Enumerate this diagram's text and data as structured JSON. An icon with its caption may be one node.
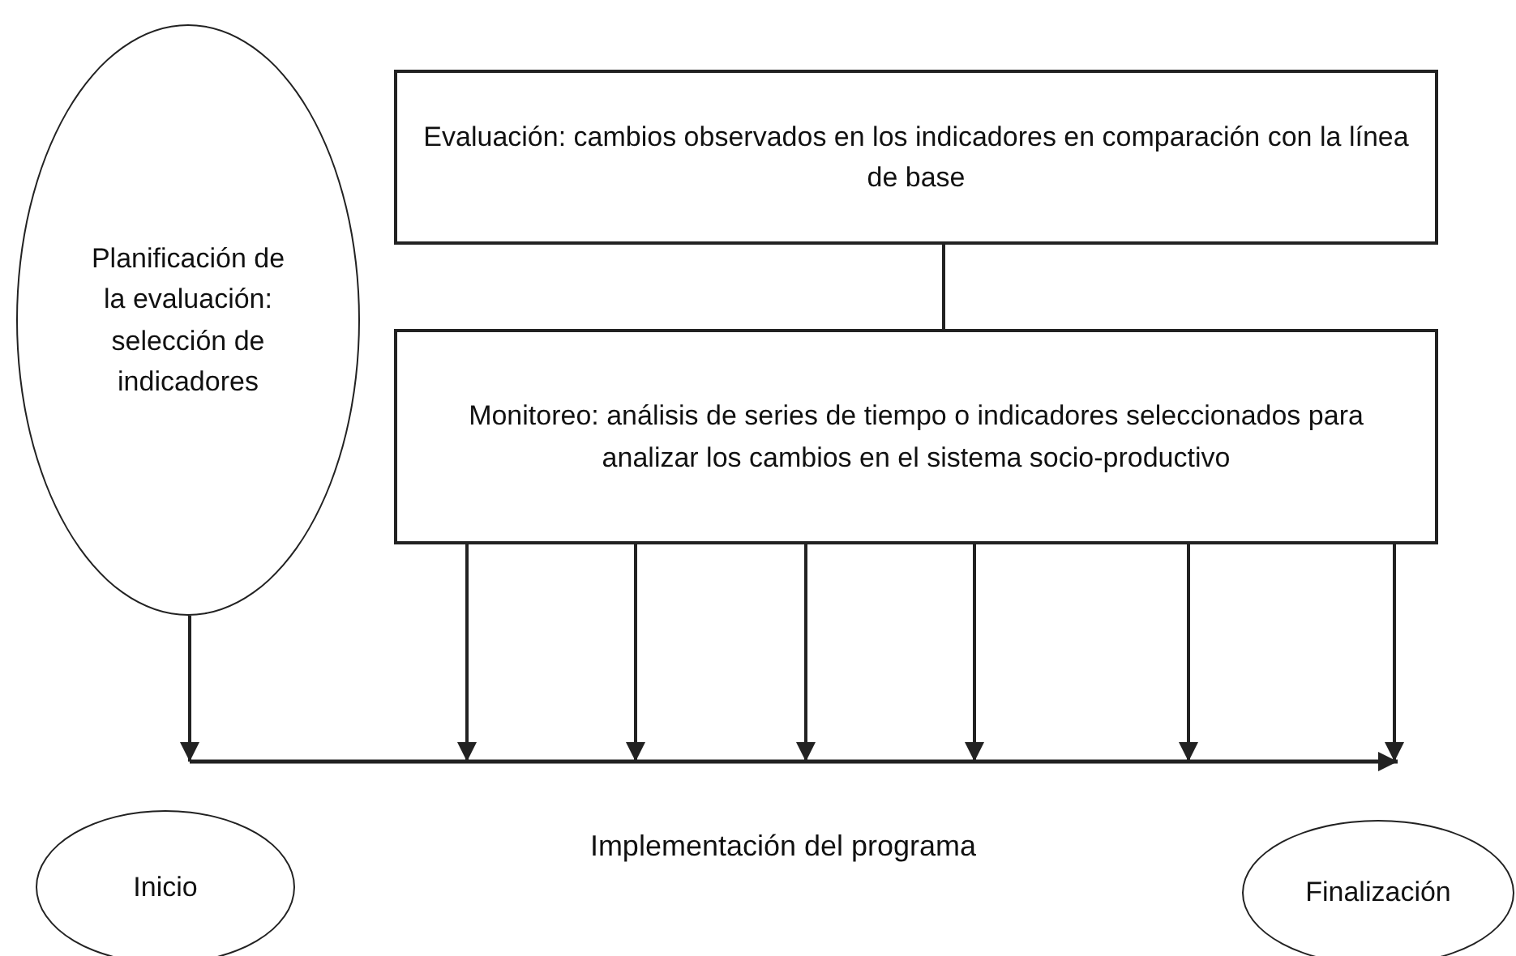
{
  "diagram": {
    "nodes": [
      {
        "text": [
          "Planificación de la evaluación: selección de indicadores"
        ]
      },
      {
        "text": [
          "Evaluación: cambios observados en los indicadores en comparación con la línea de base"
        ]
      },
      {
        "text": [
          "Monitoreo: análisis de series de tiempo o indicadores seleccionados para analizar los cambios en el sistema socio-productivo"
        ]
      },
      {
        "text": [
          "Inicio"
        ]
      },
      {
        "text": [
          "Finalización"
        ]
      }
    ],
    "edges": [
      {
        "from": 0,
        "to": null,
        "arrow": "to"
      },
      {
        "from": 2,
        "to": null,
        "arrow": "to"
      },
      {
        "from": 2,
        "to": null,
        "arrow": "to"
      },
      {
        "from": 2,
        "to": null,
        "arrow": "to"
      },
      {
        "from": 2,
        "to": null,
        "arrow": "to"
      },
      {
        "from": 2,
        "to": null,
        "arrow": "to"
      },
      {
        "from": 2,
        "to": null,
        "arrow": "to"
      },
      {
        "from": 1,
        "to": 2,
        "arrow": "none"
      }
    ],
    "labels": [
      "Implementación del programa"
    ]
  }
}
